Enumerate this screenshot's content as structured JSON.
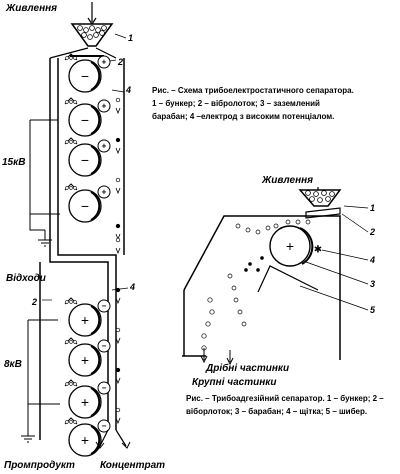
{
  "left": {
    "feed_label": "Живлення",
    "voltage_top": "15кВ",
    "waste_label": "Відходи",
    "voltage_bottom": "8кВ",
    "intermediate_label": "Промпродукт",
    "concentrate_label": "Концентрат",
    "callouts": [
      "1",
      "2",
      "4",
      "2",
      "4"
    ],
    "drum_signs": [
      "−",
      "−",
      "−",
      "−",
      "+",
      "+",
      "+",
      "+"
    ],
    "electrode_signs": [
      "+",
      "+",
      "+",
      "+",
      "−",
      "−",
      "−",
      "−"
    ],
    "caption": [
      "Рис. – Схема трибоелектростатичного сепаратора.",
      "1 – бункер; 2 – вібролоток; 3 – заземлений",
      "барабан; 4 –електрод з високим потенціалом."
    ]
  },
  "right": {
    "feed_label": "Живлення",
    "fine_label": "Дрібні частинки",
    "coarse_label": "Крупні частинки",
    "callouts": [
      "1",
      "2",
      "4",
      "3",
      "5"
    ],
    "drum_sign": "+",
    "caption": [
      "Рис. – Трибоадгезійний сепаратор. 1 – бункер; 2 –",
      "віборлоток; 3 – барабан; 4 – щітка; 5 – шибер."
    ]
  }
}
